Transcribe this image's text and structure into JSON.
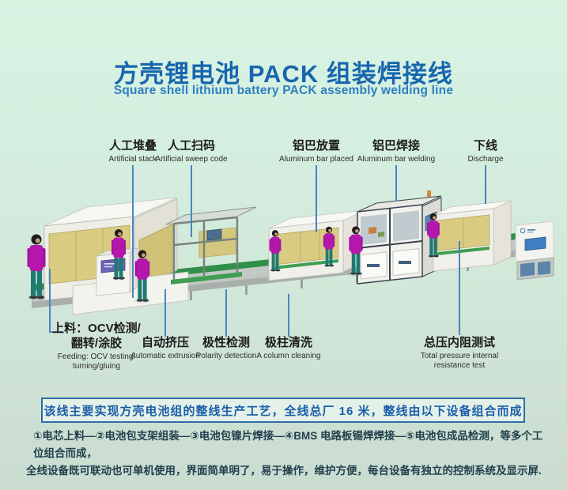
{
  "title": {
    "cn": "方壳锂电池 PACK 组装焊接线",
    "en": "Square shell lithium battery PACK assembly welding line"
  },
  "stations_top": [
    {
      "cn": "人工堆叠",
      "en": "Artificial stack"
    },
    {
      "cn": "人工扫码",
      "en": "Artificial sweep code"
    },
    {
      "cn": "铝巴放置",
      "en": "Aluminum bar placed"
    },
    {
      "cn": "铝巴焊接",
      "en": "Aluminum bar welding"
    },
    {
      "cn": "下线",
      "en": "Discharge"
    }
  ],
  "stations_bottom": [
    {
      "cn_lines": [
        "上料：OCV检测/",
        "翻转/涂胶"
      ],
      "en_lines": [
        "Feeding: OCV testing/",
        "turning/gluing"
      ]
    },
    {
      "cn_lines": [
        "自动挤压"
      ],
      "en_lines": [
        "Automatic extrusion"
      ]
    },
    {
      "cn_lines": [
        "极性检测"
      ],
      "en_lines": [
        "Polarity detection"
      ]
    },
    {
      "cn_lines": [
        "极柱清洗"
      ],
      "en_lines": [
        "A column cleaning"
      ]
    },
    {
      "cn_lines": [
        "总压内阻测试"
      ],
      "en_lines": [
        "Total pressure internal",
        "resistance test"
      ]
    }
  ],
  "banner": {
    "text": "该线主要实现方壳电池组的整线生产工艺，全线总厂 16 米，整线由以下设备组合而成"
  },
  "description": {
    "line1": "①电芯上料—②电池包支架组装—③电池包镍片焊接—④BMS 电路板锡焊焊接—⑤电池包成品检测，等多个工位组合而成，",
    "line2": "全线设备既可联动也可单机使用，界面简单明了，易于操作，维护方便，每台设备有独立的控制系统及显示屏."
  },
  "colors": {
    "title_blue": "#1766ae",
    "subtitle_blue": "#2e7fc0",
    "label_text": "#1b1b1b",
    "label_sub": "#2d2d2d",
    "callout_line": "#4886c2",
    "banner_border": "#2e6da8",
    "banner_bg": "#e4f1e9",
    "banner_text": "#1c5ea9",
    "desc_text": "#223f4e",
    "bg_top": "#d9f3e3",
    "bg_bottom": "#cadcd0",
    "conveyor_green": "#2f9048",
    "machine_glass_yellow": "#d9cc82",
    "worker_shirt": "#b517ad",
    "worker_pants": "#1e7a72"
  }
}
